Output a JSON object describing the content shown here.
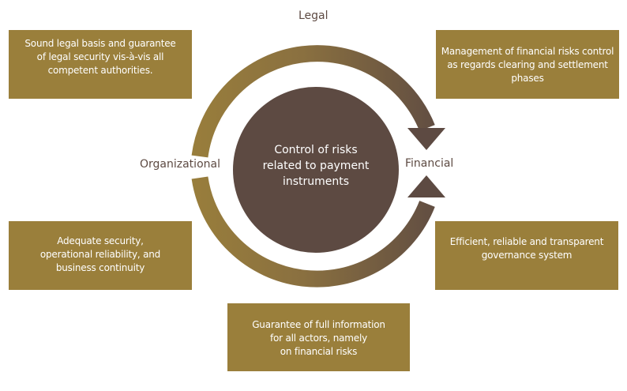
{
  "diagram": {
    "center": {
      "lines": [
        "Control of risks",
        "related to payment",
        "instruments"
      ]
    },
    "cycle_labels": {
      "top": "Legal",
      "left": "Organizational",
      "right": "Financial"
    },
    "boxes": {
      "legal": {
        "lines": [
          "Sound legal basis and guarantee",
          "of legal security vis-à-vis all",
          "competent authorities."
        ]
      },
      "financial": {
        "lines": [
          "Management of financial risks control",
          "as regards clearing and settlement",
          "phases"
        ]
      },
      "organizational": {
        "lines": [
          "Adequate security,",
          "operational reliability, and",
          "business continuity"
        ]
      },
      "governance": {
        "lines": [
          "Efficient, reliable and transparent",
          "governance system"
        ]
      },
      "information": {
        "lines": [
          "Guarantee of full information",
          "for all actors, namely",
          "on financial risks"
        ]
      }
    },
    "colors": {
      "box": "#9a7f3b",
      "center_circle": "#5d4a42",
      "arrow_start": "#9a7f3b",
      "arrow_end": "#5d4a42",
      "label_text": "#5d4a42"
    }
  }
}
